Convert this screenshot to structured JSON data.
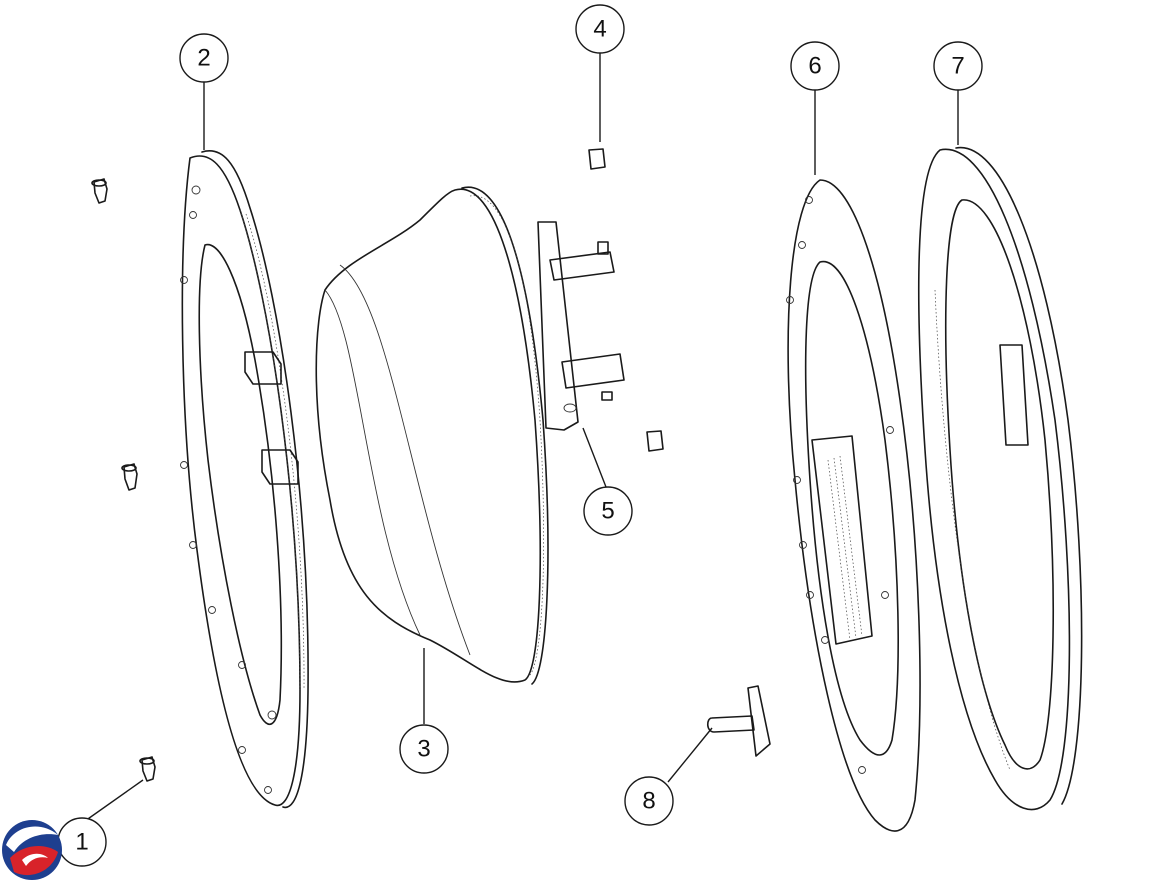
{
  "callouts": [
    {
      "id": "1",
      "label": "1",
      "part": "bushing"
    },
    {
      "id": "2",
      "label": "2",
      "part": "outer-door-ring"
    },
    {
      "id": "3",
      "label": "3",
      "part": "door-glass-bowl"
    },
    {
      "id": "4",
      "label": "4",
      "part": "small-pad"
    },
    {
      "id": "5",
      "label": "5",
      "part": "hinge"
    },
    {
      "id": "6",
      "label": "6",
      "part": "inner-door-frame"
    },
    {
      "id": "7",
      "label": "7",
      "part": "door-trim-ring"
    },
    {
      "id": "8",
      "label": "8",
      "part": "door-latch-hook"
    }
  ],
  "logo": {
    "name": "brand-logo",
    "colors": [
      "#1e3f8f",
      "#d8232a"
    ]
  }
}
